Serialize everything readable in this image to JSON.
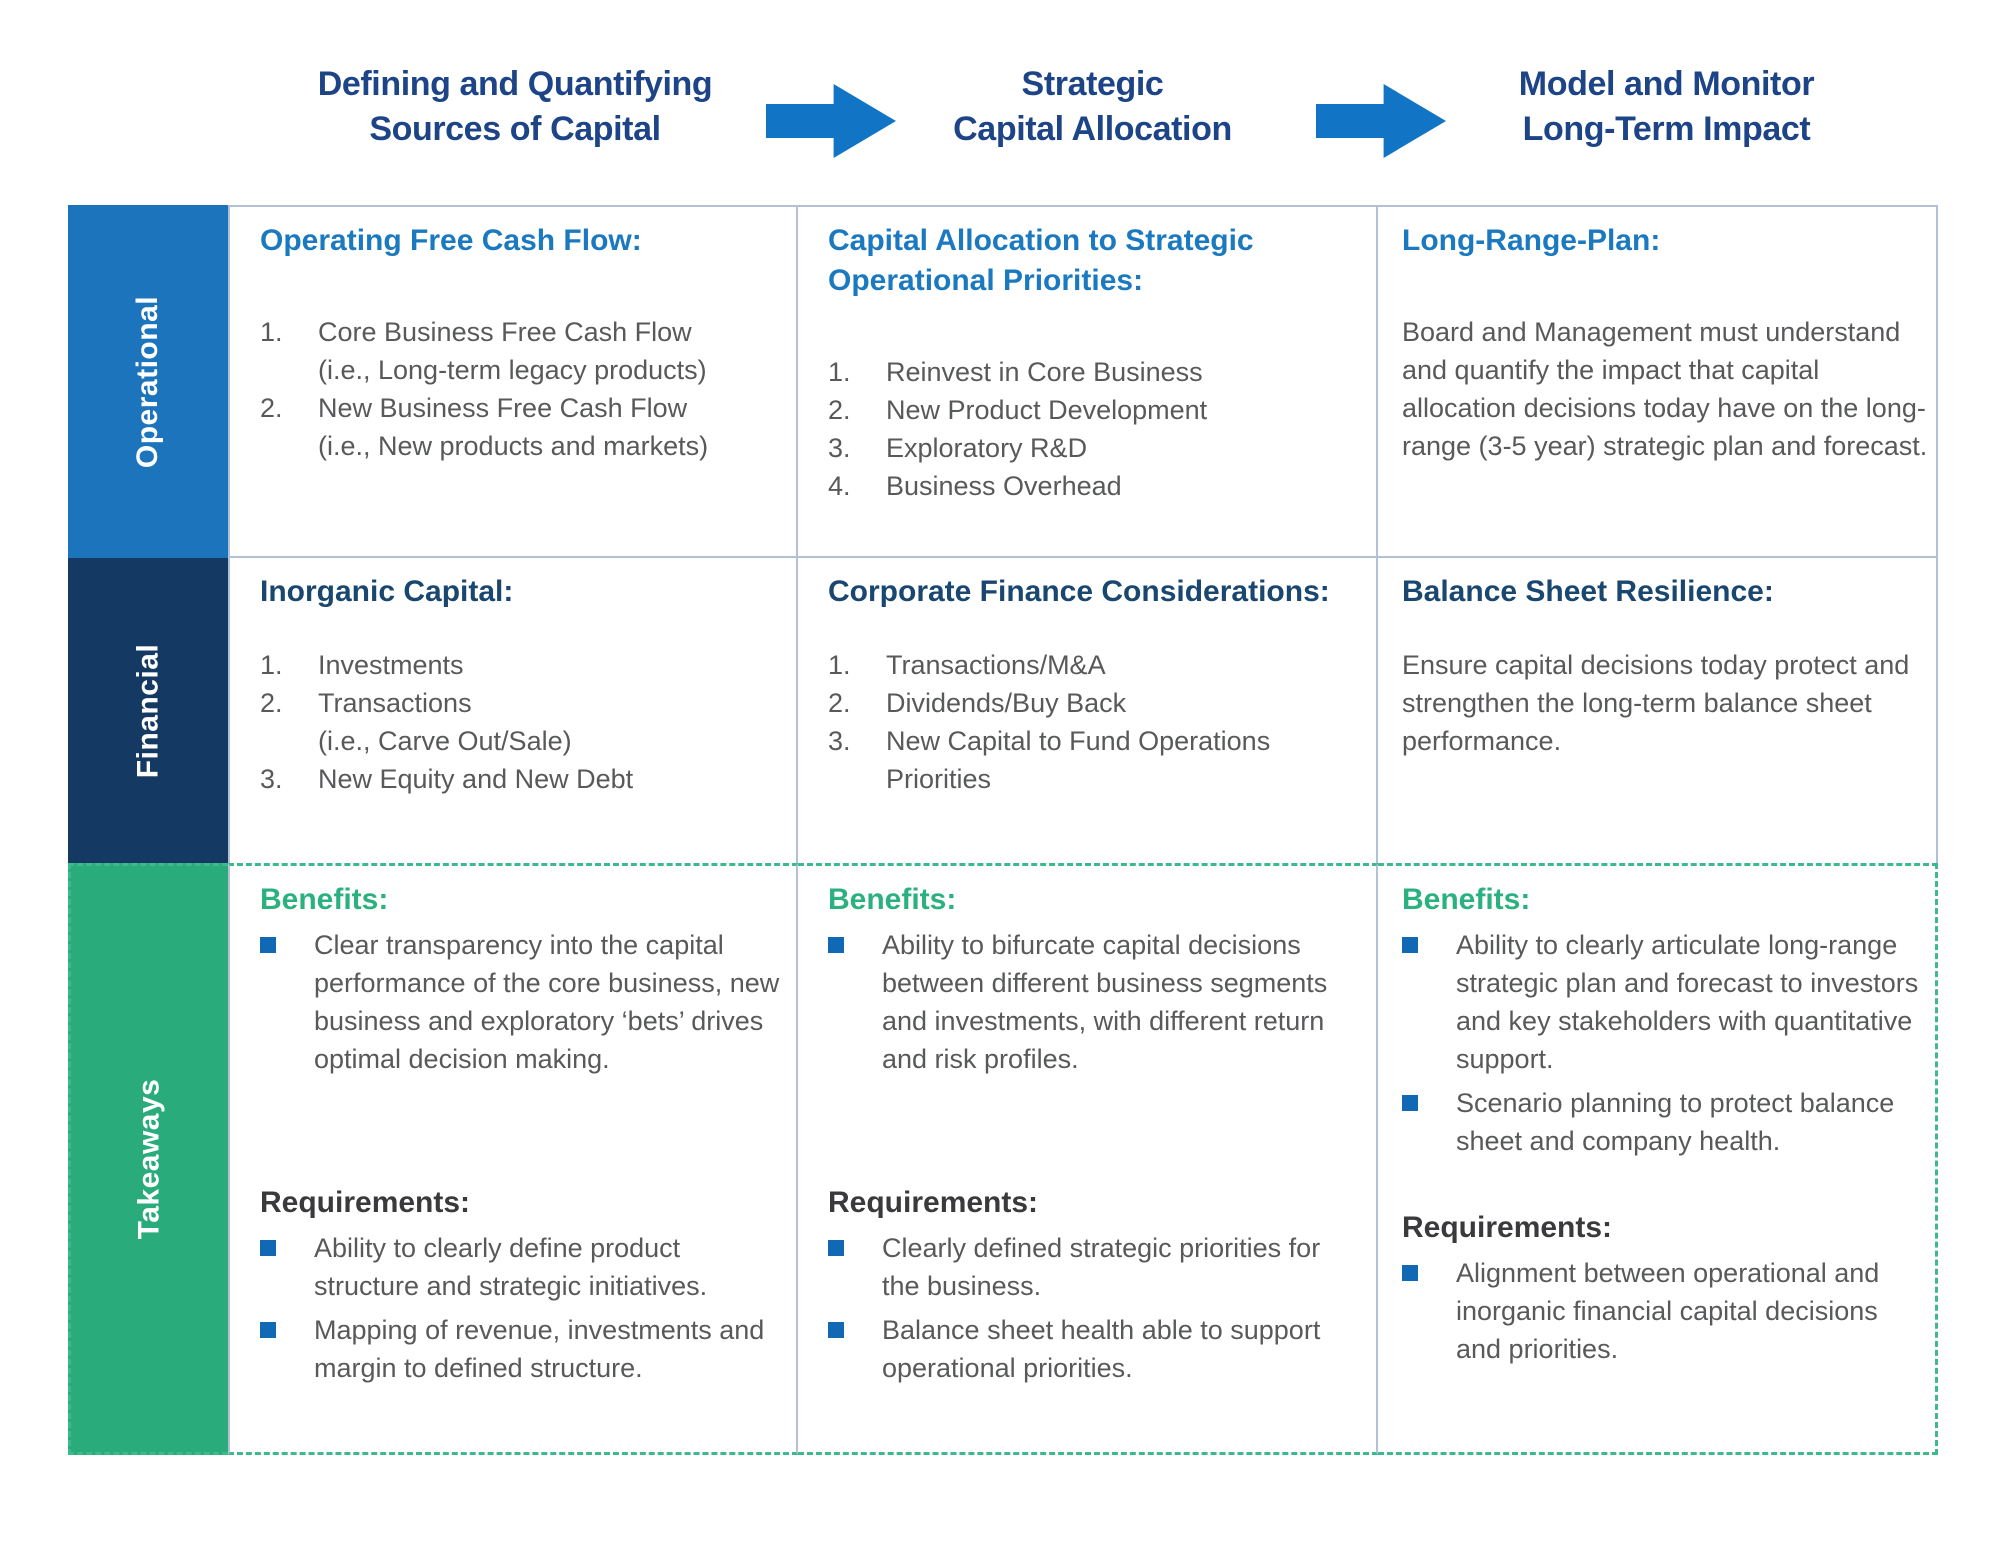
{
  "phases": [
    {
      "line1": "Defining and Quantifying",
      "line2": "Sources of Capital"
    },
    {
      "line1": "Strategic",
      "line2": "Capital Allocation"
    },
    {
      "line1": "Model and Monitor",
      "line2": "Long-Term Impact"
    }
  ],
  "r1": {
    "label": "Operational",
    "c1": {
      "heading": "Operating Free Cash Flow:",
      "n1": "1.",
      "i1": "Core Business Free Cash Flow\n(i.e., Long-term legacy products)",
      "n2": "2.",
      "i2": "New Business Free Cash Flow\n(i.e., New products and markets)"
    },
    "c2": {
      "heading": "Capital Allocation to Strategic Operational Priorities:",
      "n1": "1.",
      "i1": "Reinvest in Core Business",
      "n2": "2.",
      "i2": "New Product Development",
      "n3": "3.",
      "i3": "Exploratory R&D",
      "n4": "4.",
      "i4": "Business Overhead"
    },
    "c3": {
      "heading": "Long-Range-Plan:",
      "body": "Board and Management must understand and quantify the impact that capital allocation decisions today have on the long-range (3-5 year) strategic plan and forecast."
    }
  },
  "r2": {
    "label": "Financial",
    "c1": {
      "heading": "Inorganic Capital:",
      "n1": "1.",
      "i1": "Investments",
      "n2": "2.",
      "i2": "Transactions\n(i.e., Carve Out/Sale)",
      "n3": "3.",
      "i3": "New Equity and New Debt"
    },
    "c2": {
      "heading": "Corporate Finance Considerations:",
      "n1": "1.",
      "i1": "Transactions/M&A",
      "n2": "2.",
      "i2": "Dividends/Buy Back",
      "n3": "3.",
      "i3": "New Capital to Fund Operations Priorities"
    },
    "c3": {
      "heading": "Balance Sheet Resilience:",
      "body": "Ensure capital decisions today protect and strengthen the long-term balance sheet performance."
    }
  },
  "r3": {
    "label": "Takeaways",
    "benefits_label": "Benefits:",
    "requirements_label": "Requirements:",
    "c1": {
      "b1": "Clear transparency into the capital performance of the core business, new business and exploratory ‘bets’ drives optimal decision making.",
      "q1": "Ability to clearly define product structure and strategic initiatives.",
      "q2": "Mapping of revenue, investments and margin to defined structure."
    },
    "c2": {
      "b1": "Ability to bifurcate capital decisions between different business segments and investments, with different return and risk profiles.",
      "q1": "Clearly defined strategic priorities for the business.",
      "q2": "Balance sheet health able to support operational priorities."
    },
    "c3": {
      "b1": "Ability to clearly articulate long-range strategic plan and forecast to investors and key stakeholders with quantitative support.",
      "b2": "Scenario planning to protect balance sheet and company health.",
      "q1": "Alignment between operational and inorganic financial capital decisions and priorities."
    }
  },
  "colors": {
    "operational_row": "#1b74bc",
    "financial_row": "#143a63",
    "takeaways_row": "#2aab7c",
    "phase_header_text": "#1d4487",
    "arrow": "#1274c5",
    "row1_heading": "#1b79c0",
    "row2_heading": "#1a4770",
    "benefits_heading": "#2bb180",
    "body_text": "#58595a",
    "bullet_square": "#1169b5",
    "grid_line": "#b3c1d6",
    "takeaways_dashed_border": "#3eb98c"
  }
}
